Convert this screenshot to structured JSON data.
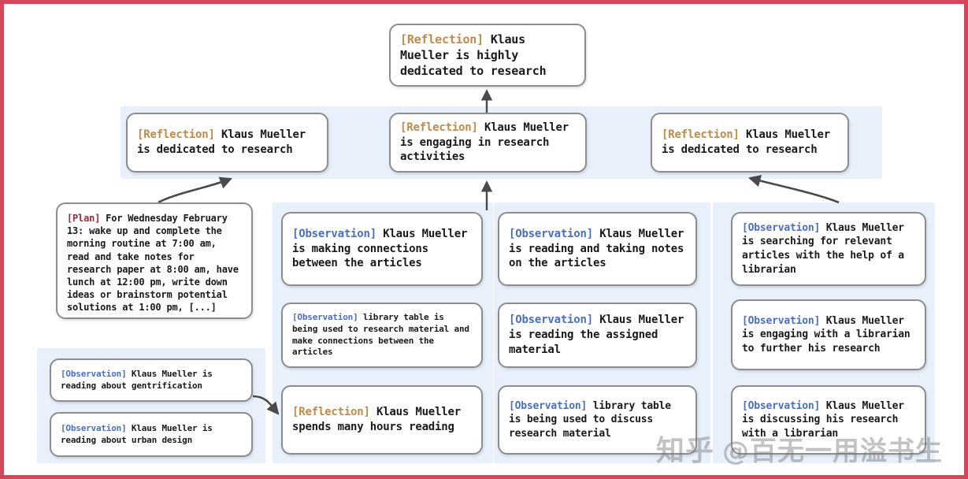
{
  "meta": {
    "border_color": "#d3465c",
    "panel_bg": "#e8f0fb",
    "node_border": "#8d8d8d",
    "tag_colors": {
      "reflection": "#c08a4a",
      "observation": "#4a6fc0",
      "plan": "#9e2b35"
    }
  },
  "tags": {
    "reflection": "[Reflection]",
    "observation": "[Observation]",
    "plan": "[Plan]"
  },
  "top_node": {
    "tag": "[Reflection]",
    "text": " Klaus Mueller is highly dedicated to research"
  },
  "reflections_row": [
    {
      "tag": "[Reflection]",
      "text": " Klaus Mueller is dedicated to research"
    },
    {
      "tag": "[Reflection]",
      "text": " Klaus Mueller is engaging in research activities"
    },
    {
      "tag": "[Reflection]",
      "text": " Klaus Mueller is dedicated to research"
    }
  ],
  "plan_node": {
    "tag": "[Plan]",
    "text": " For Wednesday February 13: wake up and complete the morning routine at 7:00 am, read and take notes for research paper at 8:00 am, have lunch at 12:00 pm, write down ideas or brainstorm potential solutions at 1:00 pm, [...]"
  },
  "left_panel_nodes": [
    {
      "tag": "[Observation]",
      "text": " Klaus Mueller is reading about gentrification"
    },
    {
      "tag": "[Observation]",
      "text": " Klaus Mueller is reading about urban design"
    }
  ],
  "column_one": [
    {
      "tag": "[Observation]",
      "text": " Klaus Mueller is making connections between the articles"
    },
    {
      "tag": "[Observation]",
      "text": " library table is being used to research material and make connections between the articles"
    },
    {
      "tag": "[Reflection]",
      "text": " Klaus Mueller spends many hours reading"
    }
  ],
  "column_two": [
    {
      "tag": "[Observation]",
      "text": " Klaus Mueller is reading and taking notes on the articles"
    },
    {
      "tag": "[Observation]",
      "text": " Klaus Mueller is reading the assigned material"
    },
    {
      "tag": "[Observation]",
      "text": " library table is being used to discuss research material"
    }
  ],
  "column_three": [
    {
      "tag": "[Observation]",
      "text": " Klaus Mueller is searching for relevant articles with the help of a librarian"
    },
    {
      "tag": "[Observation]",
      "text": " Klaus Mueller is engaging with a librarian to further his research"
    },
    {
      "tag": "[Observation]",
      "text": " Klaus Mueller is discussing his research with a librarian"
    }
  ],
  "watermark": {
    "site": "知乎",
    "handle": "@百无一用溢书生"
  }
}
